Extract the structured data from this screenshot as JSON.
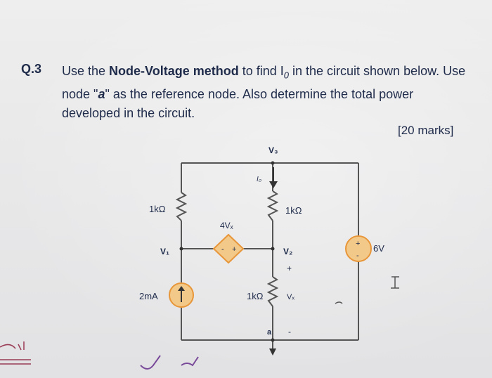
{
  "question": {
    "number": "Q.3",
    "line1_pre": "Use the ",
    "line1_bold": "Node-Voltage method",
    "line1_post": " to find I",
    "io_sub": "0",
    "line1_end": " in the circuit shown below. Use",
    "line2_pre": "node \"",
    "line2_node": "a",
    "line2_post": "\" as the reference node. Also determine the total power",
    "line3": "developed in the circuit.",
    "marks": "[20 marks]"
  },
  "circuit": {
    "labels": {
      "v3": "V₃",
      "r_left": "1kΩ",
      "r_top_right": "1kΩ",
      "r_bottom_mid": "1kΩ",
      "dep_source": "4Vₓ",
      "v1": "V₁",
      "v2": "V₂",
      "current_src": "2mA",
      "v_src": "6V",
      "vx": "Vₓ",
      "plus": "+",
      "minus": "-",
      "node_a": "a",
      "io_handwritten": "I₀"
    }
  },
  "colors": {
    "source_fill": "#f3c98a",
    "source_stroke": "#e8963a",
    "wire": "#555555",
    "text": "#1f2b4a"
  }
}
